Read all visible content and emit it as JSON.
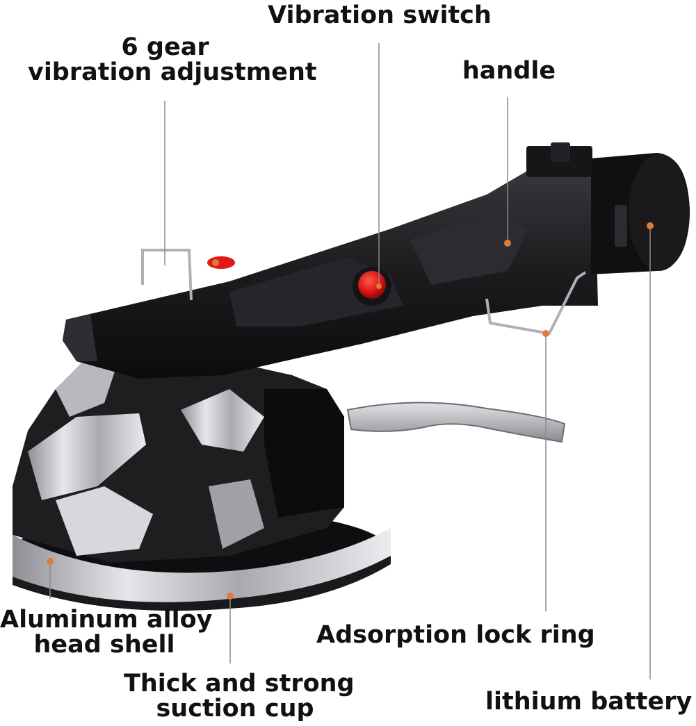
{
  "labels": {
    "gear_adjustment": {
      "line1": "6 gear",
      "line2": "vibration adjustment"
    },
    "vibration_switch": "Vibration switch",
    "handle": "handle",
    "head_shell": {
      "line1": "Aluminum alloy",
      "line2": "head shell"
    },
    "lock_ring": "Adsorption lock ring",
    "suction_cup": {
      "line1": "Thick and strong",
      "line2": "suction cup"
    },
    "battery": "lithium battery"
  },
  "colors": {
    "accent_dot": "#e07a38",
    "switch_red": "#e01818",
    "body_black": "#1b1b1d",
    "metal_silver": "#c8c8cc",
    "leader_line": "#8a8a8a"
  }
}
